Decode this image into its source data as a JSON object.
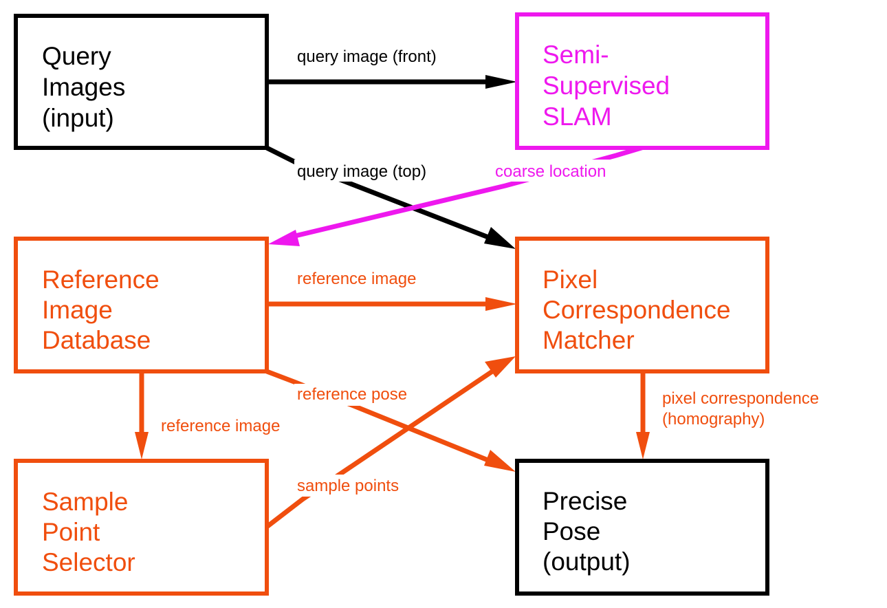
{
  "colors": {
    "black": "#000000",
    "orange": "#f04e0e",
    "magenta": "#ee18ee"
  },
  "nodes": {
    "query_images": {
      "lines": [
        "Query",
        "Images",
        "(input)"
      ],
      "color": "black"
    },
    "semi_supervised_slam": {
      "lines": [
        "Semi-",
        "Supervised",
        "SLAM"
      ],
      "color": "magenta"
    },
    "reference_image_database": {
      "lines": [
        "Reference",
        "Image",
        "Database"
      ],
      "color": "orange"
    },
    "pixel_correspondence_matcher": {
      "lines": [
        "Pixel",
        "Correspondence",
        "Matcher"
      ],
      "color": "orange"
    },
    "sample_point_selector": {
      "lines": [
        "Sample",
        "Point",
        "Selector"
      ],
      "color": "orange"
    },
    "precise_pose": {
      "lines": [
        "Precise",
        "Pose",
        "(output)"
      ],
      "color": "black"
    }
  },
  "edges": {
    "query_front": {
      "from": "query_images",
      "to": "semi_supervised_slam",
      "lines": [
        "query image (front)"
      ],
      "color": "black"
    },
    "query_top": {
      "from": "query_images",
      "to": "pixel_correspondence_matcher",
      "lines": [
        "query image (top)"
      ],
      "color": "black"
    },
    "coarse_location": {
      "from": "semi_supervised_slam",
      "to": "reference_image_database",
      "lines": [
        "coarse location"
      ],
      "color": "magenta"
    },
    "reference_image_to_matcher": {
      "from": "reference_image_database",
      "to": "pixel_correspondence_matcher",
      "lines": [
        "reference image"
      ],
      "color": "orange"
    },
    "reference_pose": {
      "from": "reference_image_database",
      "to": "precise_pose",
      "lines": [
        "reference pose"
      ],
      "color": "orange"
    },
    "reference_image_to_selector": {
      "from": "reference_image_database",
      "to": "sample_point_selector",
      "lines": [
        "reference image"
      ],
      "color": "orange"
    },
    "sample_points": {
      "from": "sample_point_selector",
      "to": "pixel_correspondence_matcher",
      "lines": [
        "sample points"
      ],
      "color": "orange"
    },
    "pixel_correspondence": {
      "from": "pixel_correspondence_matcher",
      "to": "precise_pose",
      "lines": [
        "pixel correspondence",
        "(homography)"
      ],
      "color": "orange"
    }
  }
}
